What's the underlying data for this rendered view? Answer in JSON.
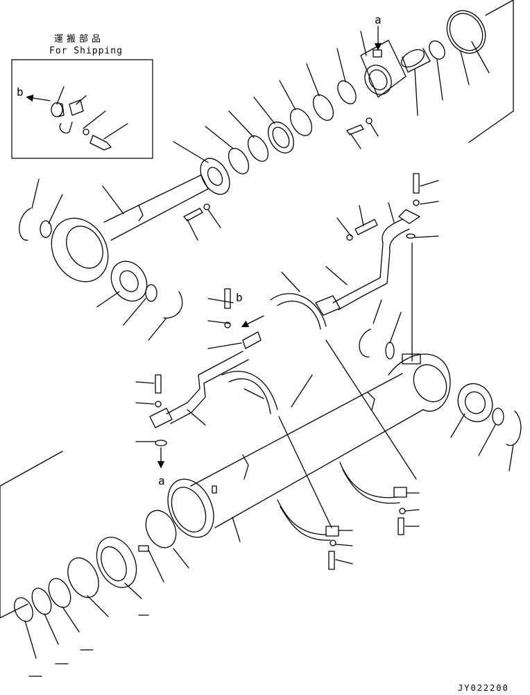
{
  "shipping_box": {
    "title_jp": "運搬部品",
    "title_en": "For Shipping"
  },
  "markers": {
    "a": "a",
    "b": "b"
  },
  "drawing_code": "JY022200",
  "colors": {
    "line": "#000000",
    "background": "#ffffff"
  }
}
